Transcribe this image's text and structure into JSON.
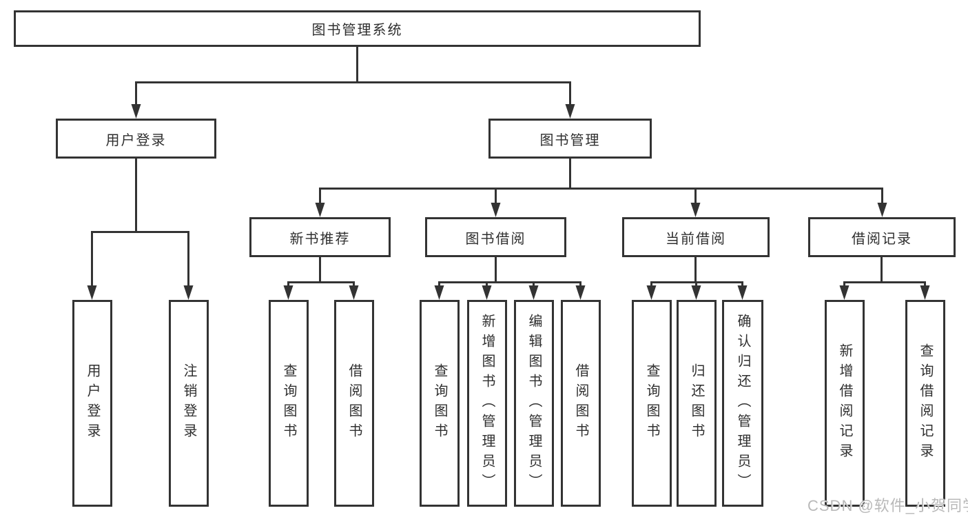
{
  "diagram": {
    "root": {
      "label": "图书管理系统"
    },
    "level2": [
      {
        "label": "用户登录"
      },
      {
        "label": "图书管理"
      }
    ],
    "level3": [
      {
        "label": "新书推荐"
      },
      {
        "label": "图书借阅"
      },
      {
        "label": "当前借阅"
      },
      {
        "label": "借阅记录"
      }
    ],
    "leaves": {
      "user_login": [
        "用户登录",
        "注销登录"
      ],
      "new_book_recommend": [
        "查询图书",
        "借阅图书"
      ],
      "book_borrowing": [
        "查询图书",
        "新增图书（管理员）",
        "编辑图书（管理员）",
        "借阅图书"
      ],
      "current_borrowing": [
        "查询图书",
        "归还图书",
        "确认归还（管理员）"
      ],
      "borrowing_records": [
        "新增借阅记录",
        "查询借阅记录"
      ]
    }
  },
  "watermark": {
    "text": "CSDN @软件_小贺同学"
  },
  "colors": {
    "line": "#333333",
    "text": "#2f2f2f",
    "watermark": "#b9b9b9",
    "background": "#ffffff"
  }
}
